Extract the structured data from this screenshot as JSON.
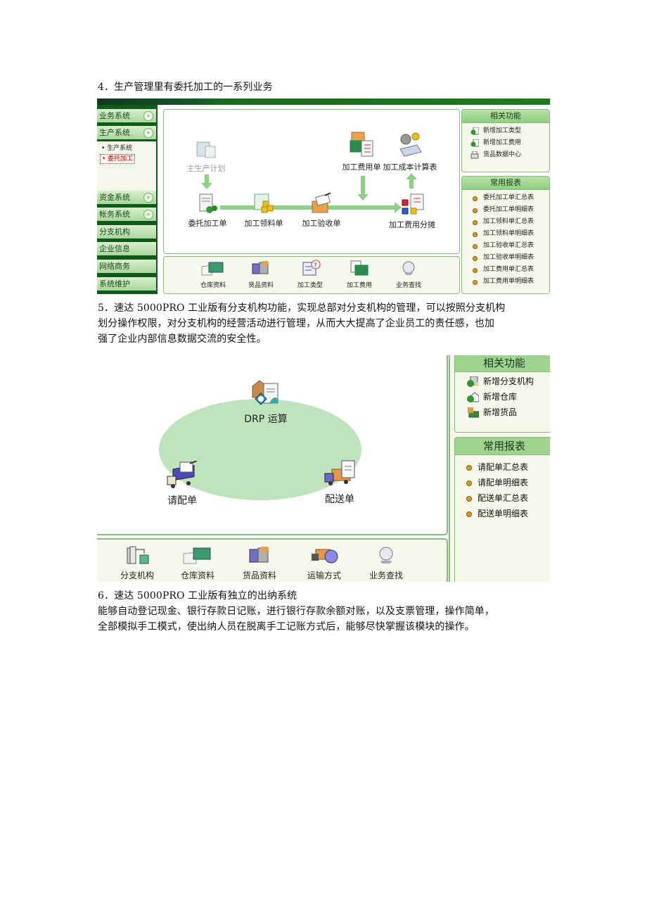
{
  "section4": {
    "heading": "4．生产管理里有委托加工的一系列业务"
  },
  "screenshot1": {
    "nav": {
      "items": [
        {
          "label": "业务系统",
          "chevron": true
        },
        {
          "label": "生产系统",
          "chevron": true
        },
        {
          "label": "资金系统",
          "chevron": true
        },
        {
          "label": "帐务系统",
          "chevron": true
        },
        {
          "label": "分支机构",
          "chevron": false
        },
        {
          "label": "企业信息",
          "chevron": false
        },
        {
          "label": "网络商务",
          "chevron": false
        },
        {
          "label": "系统维护",
          "chevron": false
        }
      ],
      "subitems": [
        {
          "label": "生产系统",
          "active": false
        },
        {
          "label": "委托加工",
          "active": true
        }
      ]
    },
    "flow": {
      "nodes": {
        "master_plan": "主生产计划",
        "entrust_order": "委托加工单",
        "material_order": "加工领料单",
        "acceptance_order": "加工验收单",
        "fee_order": "加工费用单",
        "cost_table": "加工成本计算表",
        "fee_allocation": "加工费用分摊"
      }
    },
    "bottom_toolbar": [
      {
        "label": "仓库资料",
        "icon": "warehouse-icon"
      },
      {
        "label": "货品资料",
        "icon": "goods-icon"
      },
      {
        "label": "加工类型",
        "icon": "process-type-icon"
      },
      {
        "label": "加工费用",
        "icon": "process-fee-icon"
      },
      {
        "label": "业务查找",
        "icon": "search-icon"
      }
    ],
    "related": {
      "title": "相关功能",
      "items": [
        {
          "label": "新增加工类型",
          "icon": "add-doc-icon"
        },
        {
          "label": "新增加工费用",
          "icon": "add-doc-icon"
        },
        {
          "label": "货品数据中心",
          "icon": "printer-icon"
        }
      ]
    },
    "reports": {
      "title": "常用报表",
      "items": [
        "委托加工单汇总表",
        "委托加工单明细表",
        "加工领料单汇总表",
        "加工领料单明细表",
        "加工验收单汇总表",
        "加工验收单明细表",
        "加工费用单汇总表",
        "加工费用单明细表"
      ]
    }
  },
  "section5": {
    "lines": [
      "5．速达 5000PRO 工业版有分支机构功能，实现总部对分支机构的管理，可以按照分支机构",
      "划分操作权限，对分支机构的经营活动进行管理，从而大大提高了企业员工的责任感，也加",
      "强了企业内部信息数据交流的安全性。"
    ]
  },
  "screenshot2": {
    "cycle": {
      "drp": "DRP 运算",
      "request": "请配单",
      "delivery": "配送单"
    },
    "bottom_toolbar": [
      {
        "label": "分支机构",
        "icon": "branch-icon"
      },
      {
        "label": "仓库资料",
        "icon": "warehouse-icon"
      },
      {
        "label": "货品资料",
        "icon": "goods-icon"
      },
      {
        "label": "运输方式",
        "icon": "transport-icon"
      },
      {
        "label": "业务查找",
        "icon": "search-icon"
      }
    ],
    "related": {
      "title": "相关功能",
      "items": [
        {
          "label": "新增分支机构",
          "icon": "add-branch-icon"
        },
        {
          "label": "新增仓库",
          "icon": "add-warehouse-icon"
        },
        {
          "label": "新增货品",
          "icon": "add-goods-icon"
        }
      ]
    },
    "reports": {
      "title": "常用报表",
      "items": [
        "请配单汇总表",
        "请配单明细表",
        "配送单汇总表",
        "配送单明细表"
      ]
    }
  },
  "section6": {
    "heading": "6．速达 5000PRO 工业版有独立的出纳系统",
    "lines": [
      "能够自动登记现金、银行存款日记账，进行银行存款余额对账，以及支票管理，操作简单，",
      "全部模拟手工模式，使出纳人员在脱离手工记账方式后，能够尽快掌握该模块的操作。"
    ]
  },
  "colors": {
    "nav_dark_green": "#0f5a1a",
    "panel_border": "#8aba82",
    "header_green": "#9fd48f",
    "panel_bg": "#f7f7ec",
    "ellipse": "#bfe3bc",
    "active_red": "#cc0000"
  }
}
